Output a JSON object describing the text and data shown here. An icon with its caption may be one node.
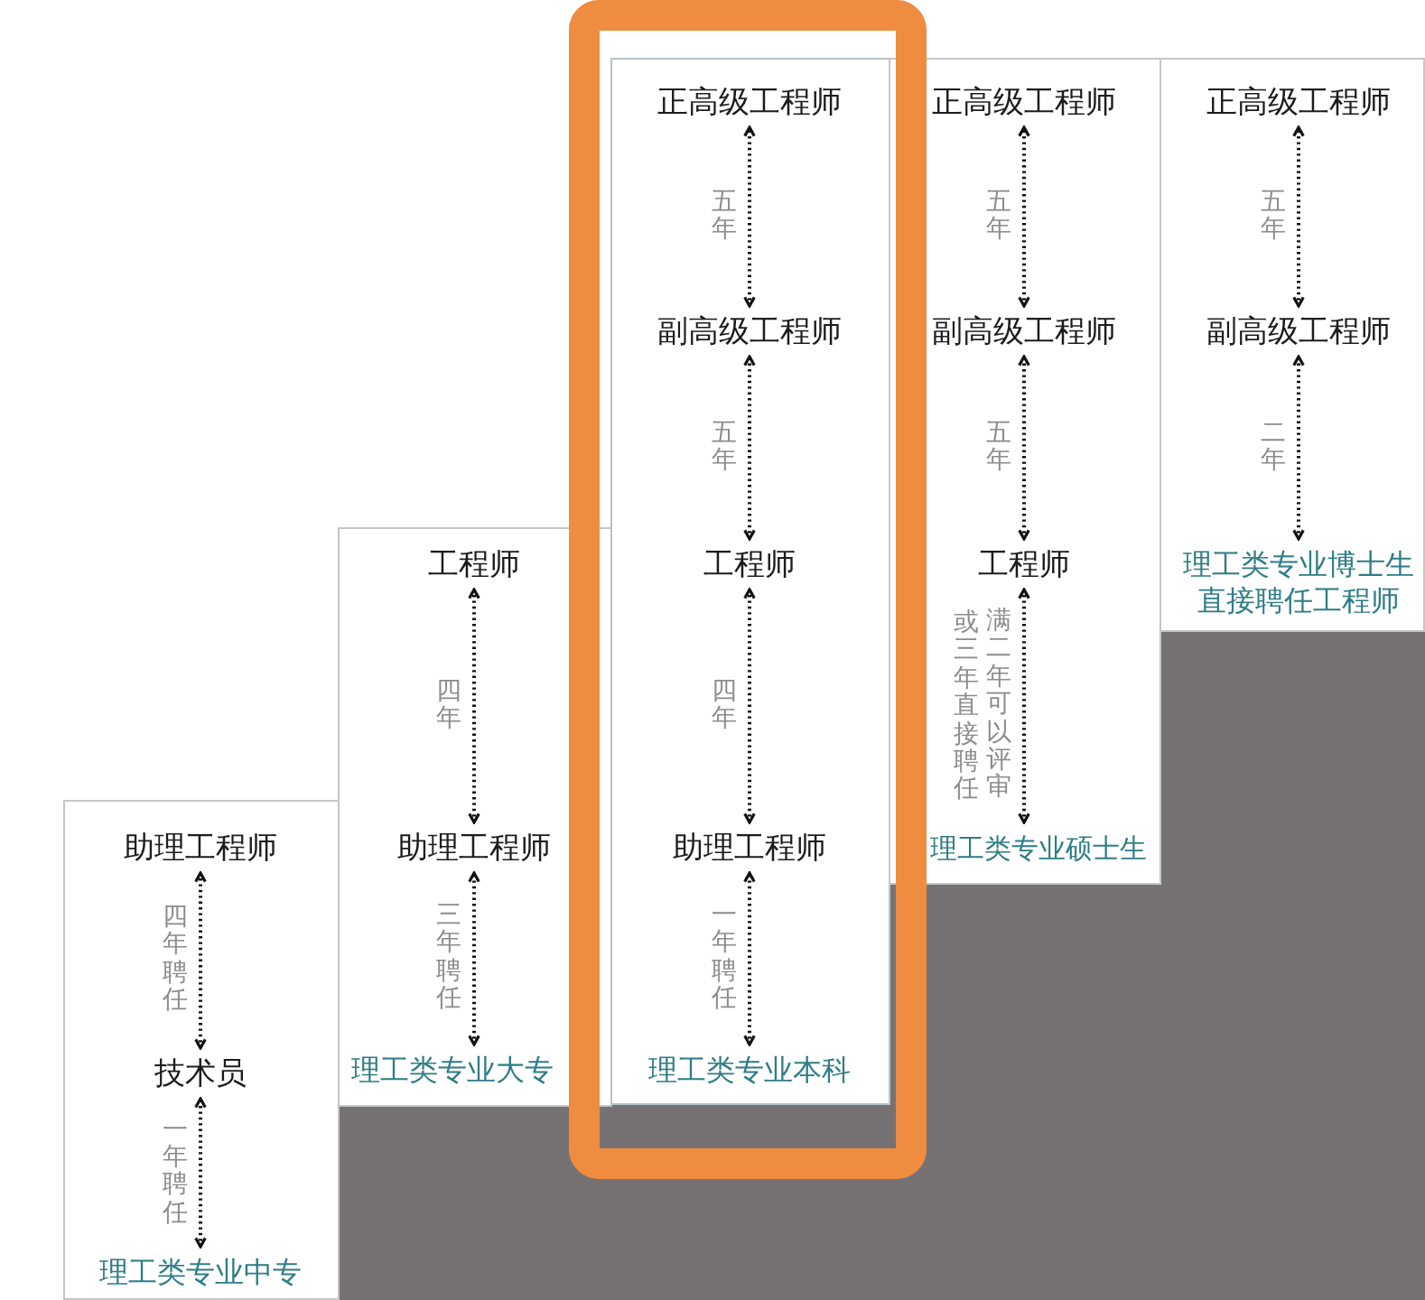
{
  "diagram": {
    "nodes": [
      {
        "text": [],
        "shape": "box"
      },
      {
        "text": [
          "助理工程师"
        ],
        "in": 0
      },
      {
        "text": [
          "技术员"
        ],
        "in": 0
      },
      {
        "text": [
          "理工类专业中专"
        ],
        "in": 0
      },
      {
        "text": [],
        "shape": "box"
      },
      {
        "text": [
          "工程师"
        ],
        "in": 4
      },
      {
        "text": [
          "助理工程师"
        ],
        "in": 4
      },
      {
        "text": [
          "理工类专业大专"
        ],
        "in": 4
      },
      {
        "text": [],
        "shape": "box"
      },
      {
        "text": [
          "正高级工程师"
        ],
        "in": 8
      },
      {
        "text": [
          "副高级工程师"
        ],
        "in": 8
      },
      {
        "text": [
          "工程师"
        ],
        "in": 8
      },
      {
        "text": [
          "助理工程师"
        ],
        "in": 8
      },
      {
        "text": [
          "理工类专业本科"
        ],
        "in": 8
      },
      {
        "text": [],
        "shape": "box"
      },
      {
        "text": [
          "正高级工程师"
        ],
        "in": 14
      },
      {
        "text": [
          "副高级工程师"
        ],
        "in": 14
      },
      {
        "text": [
          "工程师"
        ],
        "in": 14
      },
      {
        "text": [
          "理工类专业硕士生"
        ],
        "in": 14
      },
      {
        "text": [],
        "shape": "box"
      },
      {
        "text": [
          "正高级工程师"
        ],
        "in": 19
      },
      {
        "text": [
          "副高级工程师"
        ],
        "in": 19
      },
      {
        "text": [
          "理工类专业博士生直接聘任工程师"
        ],
        "in": 19
      }
    ],
    "edges": [
      {
        "from": 3,
        "to": 2,
        "arrow": "both",
        "label": "一年聘任"
      },
      {
        "from": 2,
        "to": 1,
        "arrow": "both",
        "label": "四年聘任"
      },
      {
        "from": 7,
        "to": 6,
        "arrow": "both",
        "label": "三年聘任"
      },
      {
        "from": 6,
        "to": 5,
        "arrow": "both",
        "label": "四年"
      },
      {
        "from": 13,
        "to": 12,
        "arrow": "both",
        "label": "一年聘任"
      },
      {
        "from": 12,
        "to": 11,
        "arrow": "both",
        "label": "四年"
      },
      {
        "from": 11,
        "to": 10,
        "arrow": "both",
        "label": "五年"
      },
      {
        "from": 10,
        "to": 9,
        "arrow": "both",
        "label": "五年"
      },
      {
        "from": 18,
        "to": 17,
        "arrow": "both",
        "label": "满二年可以评审"
      },
      {
        "from": 17,
        "to": 16,
        "arrow": "both",
        "label": "五年"
      },
      {
        "from": 16,
        "to": 15,
        "arrow": "both",
        "label": "五年"
      },
      {
        "from": 22,
        "to": 21,
        "arrow": "both",
        "label": "二年"
      },
      {
        "from": 21,
        "to": 20,
        "arrow": "both",
        "label": "五年"
      }
    ],
    "labels": [
      "或三年直接聘任"
    ]
  }
}
